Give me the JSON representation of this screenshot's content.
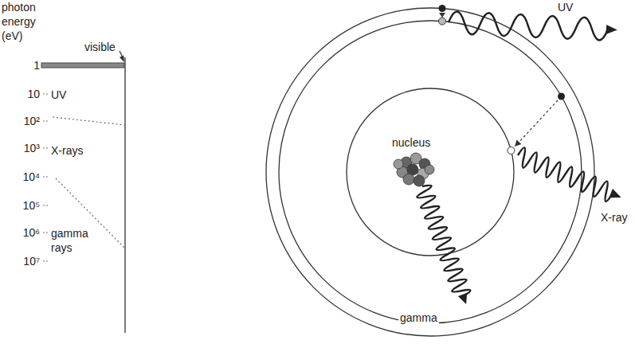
{
  "diagram": {
    "labels": [
      "photon energy (eV)",
      "1",
      "10",
      "10²",
      "10³",
      "10⁴",
      "10⁵",
      "10⁶",
      "10⁷",
      "visible",
      "UV",
      "X-rays",
      "gamma rays",
      "nucleus",
      "UV",
      "X-ray",
      "gamma"
    ]
  }
}
